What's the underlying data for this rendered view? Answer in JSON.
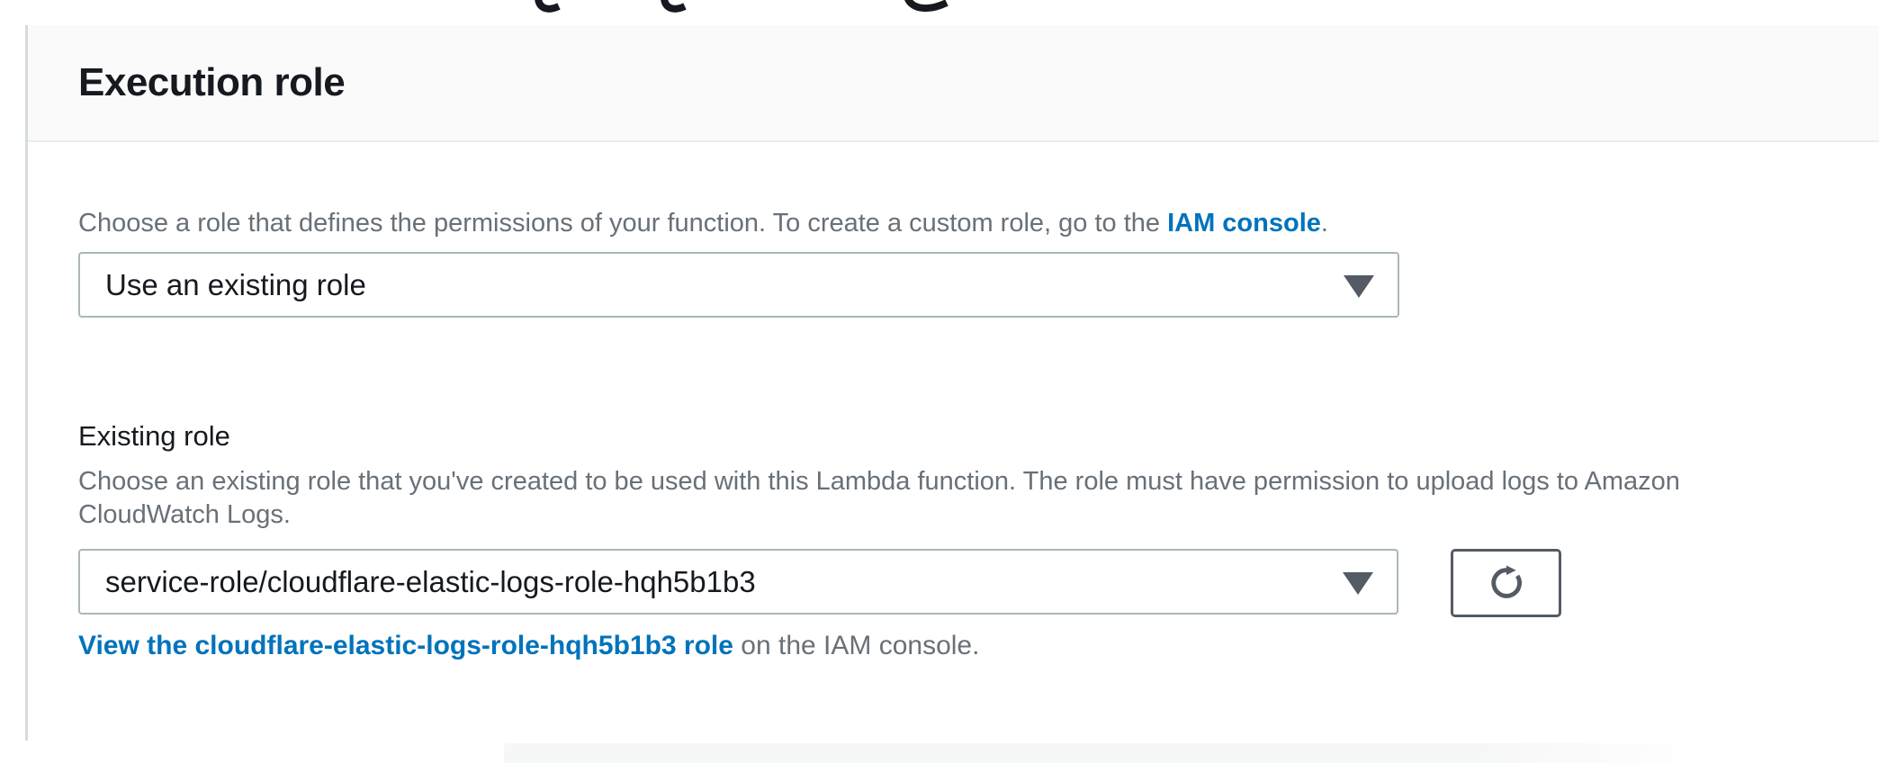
{
  "panel": {
    "title": "Execution role",
    "intro": {
      "text_before_link": "Choose a role that defines the permissions of your function. To create a custom role, go to the ",
      "link": "IAM console",
      "text_after_link": "."
    },
    "role_source_select": {
      "value": "Use an existing role"
    },
    "existing_role_field": {
      "label": "Existing role",
      "description": "Choose an existing role that you've created to be used with this Lambda function. The role must have permission to upload logs to Amazon CloudWatch Logs.",
      "select_value": "service-role/cloudflare-elastic-logs-role-hqh5b1b3"
    },
    "view_role_line": {
      "link": "View the cloudflare-elastic-logs-role-hqh5b1b3 role",
      "text_after_link": " on the IAM console."
    }
  },
  "colors": {
    "link_blue": "#0073bb",
    "heading_text": "#16191f",
    "muted_text": "#687078",
    "control_border": "#aab7b8",
    "button_border": "#545b64",
    "header_bg": "#fafafa",
    "panel_left_rule": "#d5dbdb"
  }
}
